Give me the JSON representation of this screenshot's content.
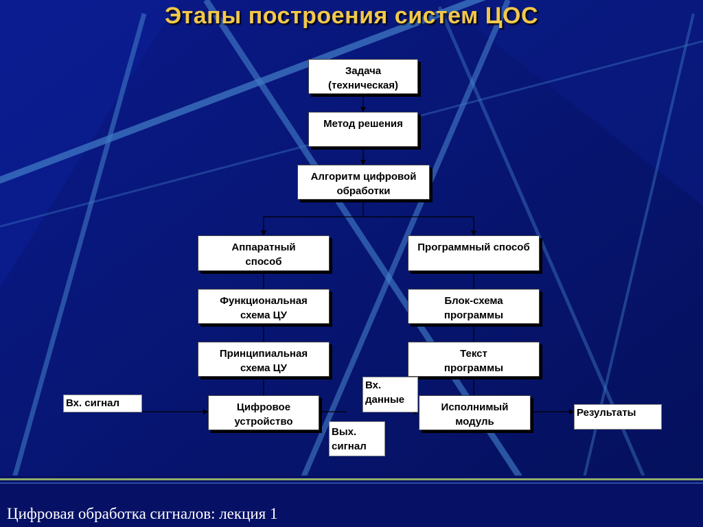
{
  "title": "Этапы построения систем ЦОС",
  "colors": {
    "background": "#06136e",
    "title": "#f2c84b",
    "box": "#ffffff",
    "rule": "#8fae6a"
  },
  "boxes": {
    "task": "Задача\n(техническая)",
    "method": "Метод решения",
    "algorithm": "Алгоритм цифровой\nобработки",
    "hardware": "Аппаратный\nспособ",
    "software": "Программный способ",
    "functional_scheme": "Функциональная\nсхема ЦУ",
    "block_scheme": "Блок-схема\nпрограммы",
    "principal_scheme": "Принципиальная\nсхема ЦУ",
    "program_text": "Текст\nпрограммы",
    "digital_device": "Цифровое\nустройство",
    "executable_module": "Исполнимый\nмодуль",
    "input_signal": "Вх. сигнал",
    "input_data": "Вх.\nданные",
    "output_signal": "Вых.\nсигнал",
    "results": "Результаты"
  },
  "footer": "Цифровая обработка сигналов: лекция 1"
}
